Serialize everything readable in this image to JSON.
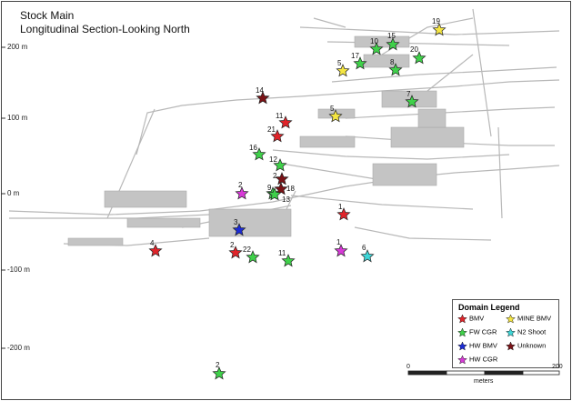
{
  "title": {
    "line1": "Stock Main",
    "line2": "Longitudinal Section-Looking North"
  },
  "y_axis_labels": [
    "200 m",
    "100 m",
    "0 m",
    "-100 m",
    "-200 m"
  ],
  "legend": {
    "title": "Domain Legend",
    "items": [
      {
        "label": "BMV",
        "color": "#e0242a"
      },
      {
        "label": "MINE BMV",
        "color": "#f5e642"
      },
      {
        "label": "FW CGR",
        "color": "#3fd14a"
      },
      {
        "label": "N2 Shoot",
        "color": "#3fd6d8"
      },
      {
        "label": "HW BMV",
        "color": "#1b2bd6"
      },
      {
        "label": "Unknown",
        "color": "#7a1216"
      },
      {
        "label": "HW CGR",
        "color": "#d83ad8"
      }
    ]
  },
  "scale": {
    "start": "0",
    "end": "200",
    "unit": "meters"
  },
  "samples": [
    {
      "label": "19",
      "domain": "MINE BMV"
    },
    {
      "label": "10",
      "domain": "FW CGR"
    },
    {
      "label": "15",
      "domain": "FW CGR"
    },
    {
      "label": "20",
      "domain": "FW CGR"
    },
    {
      "label": "17",
      "domain": "FW CGR"
    },
    {
      "label": "5",
      "domain": "MINE BMV"
    },
    {
      "label": "8",
      "domain": "FW CGR"
    },
    {
      "label": "14",
      "domain": "Unknown"
    },
    {
      "label": "7",
      "domain": "FW CGR"
    },
    {
      "label": "5",
      "domain": "MINE BMV"
    },
    {
      "label": "11",
      "domain": "BMV"
    },
    {
      "label": "21",
      "domain": "BMV"
    },
    {
      "label": "16",
      "domain": "FW CGR"
    },
    {
      "label": "12",
      "domain": "FW CGR"
    },
    {
      "label": "2",
      "domain": "Unknown"
    },
    {
      "label": "2",
      "domain": "HW CGR"
    },
    {
      "label": "9",
      "domain": "FW CGR"
    },
    {
      "label": "18",
      "domain": "Unknown"
    },
    {
      "label": "13",
      "domain": "FW CGR"
    },
    {
      "label": "1",
      "domain": "BMV"
    },
    {
      "label": "3",
      "domain": "HW BMV"
    },
    {
      "label": "4",
      "domain": "BMV"
    },
    {
      "label": "2",
      "domain": "BMV"
    },
    {
      "label": "22",
      "domain": "FW CGR"
    },
    {
      "label": "11",
      "domain": "FW CGR"
    },
    {
      "label": "1",
      "domain": "HW CGR"
    },
    {
      "label": "6",
      "domain": "N2 Shoot"
    },
    {
      "label": "2",
      "domain": "FW CGR"
    }
  ]
}
